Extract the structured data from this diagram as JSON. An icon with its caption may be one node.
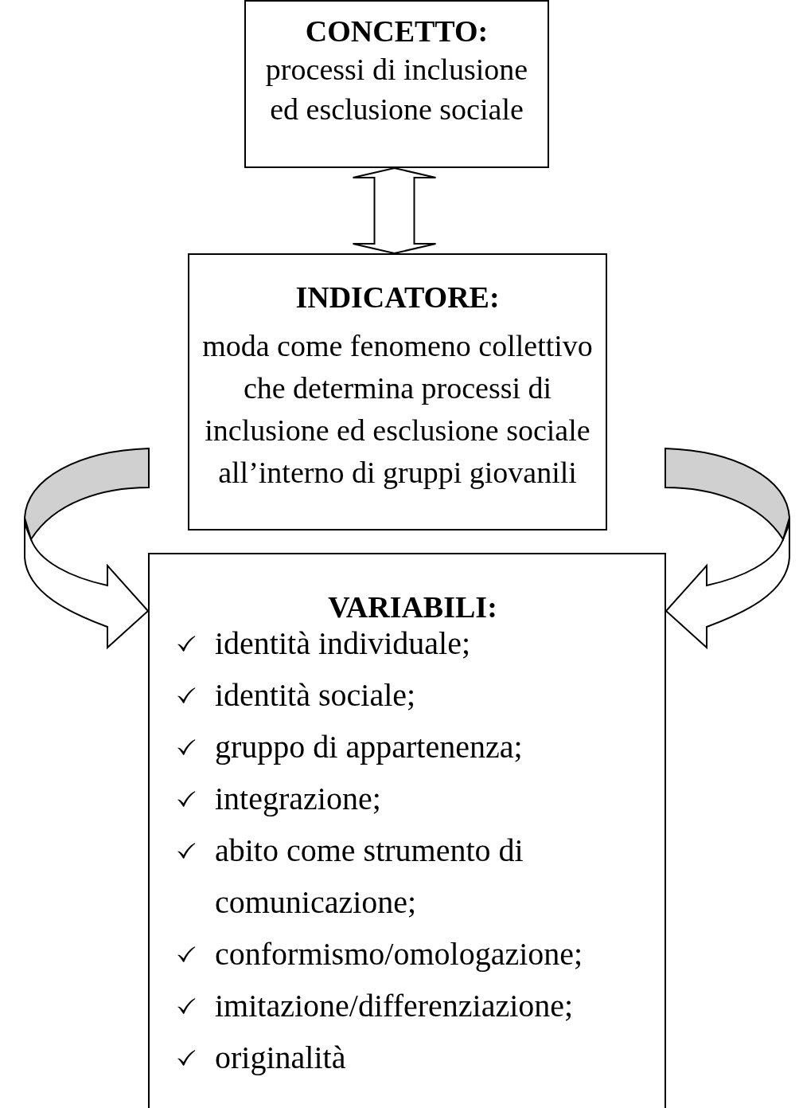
{
  "diagram": {
    "nodes": [
      {
        "text": [
          "CONCETTO:",
          "processi di inclusione ed esclusione sociale"
        ]
      },
      {
        "text": [
          "INDICATORE:",
          "moda come fenomeno collettivo che determina processi di inclusione ed esclusione sociale all’interno di gruppi giovanili"
        ]
      },
      {
        "text": [
          "VARIABILI:",
          "identità individuale;",
          "identità sociale;",
          "gruppo di appartenenza;",
          "integrazione;",
          "abito come strumento di comunicazione;",
          "conformismo/omologazione;",
          "imitazione/differenziazione;",
          "originalità"
        ]
      }
    ],
    "edges": [
      {
        "from": 0,
        "to": 1,
        "arrow": "both"
      },
      {
        "from": null,
        "to": 2,
        "arrow": "to"
      },
      {
        "from": null,
        "to": 2,
        "arrow": "to"
      }
    ]
  }
}
